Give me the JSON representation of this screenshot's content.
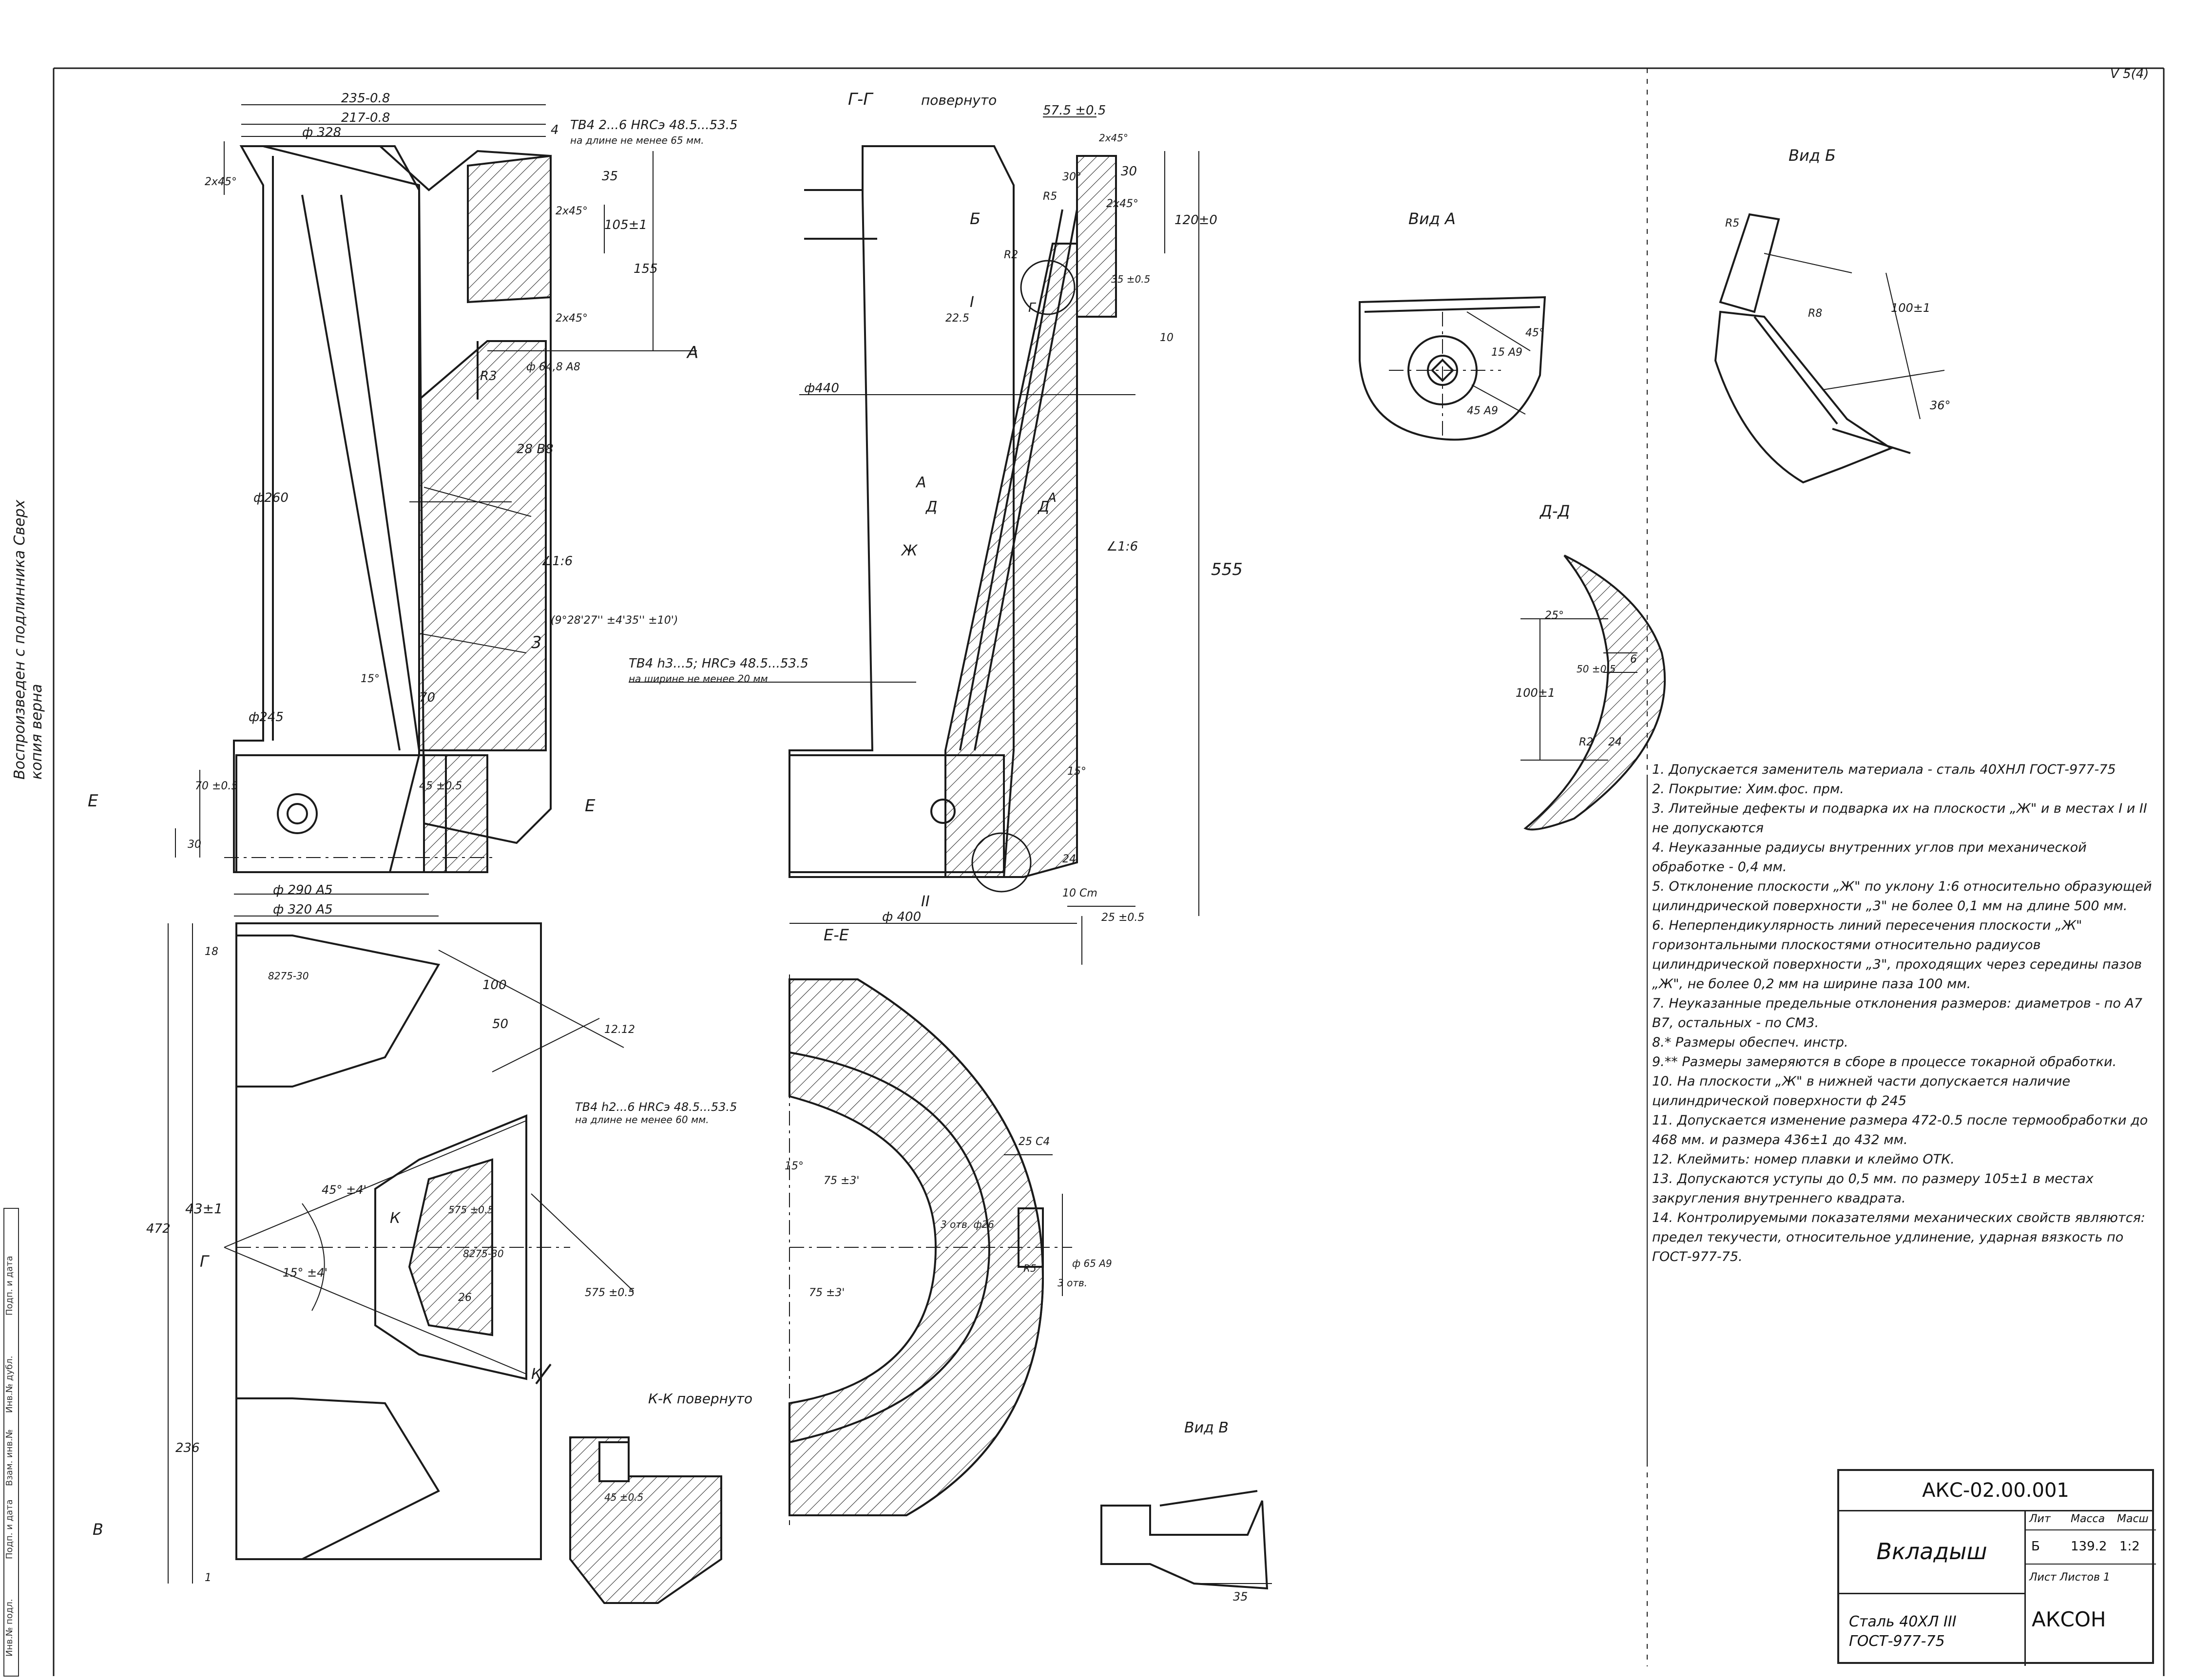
{
  "sheet": {
    "corner_mark": "V 5(4)",
    "side_note_lines": [
      "Воспроизведен с подлинника Сверх",
      "копия верна"
    ],
    "side_stamps": [
      "Подп. и дата",
      "Инв.№ дубл.",
      "Взам. инв.№",
      "Подп. и дата",
      "Инв.№ подл."
    ]
  },
  "views": {
    "main_section": {
      "dims_top": [
        "235-0.8",
        "217-0.8",
        "ф 328",
        "4"
      ],
      "hardness": "ТВ4 2...6 HRCэ 48.5...53.5",
      "hardness_sub": "на длине не менее 65 мм.",
      "dims_right": [
        "35",
        "2х45°",
        "105±1",
        "155",
        "2х45°",
        "ф 64,8 A8",
        "R3",
        "28 B8"
      ],
      "dims_left": [
        "2х45°",
        "ф260",
        "ф245",
        "70",
        "45 ±0.5",
        "70 ±0.5",
        "30"
      ],
      "dims_bottom": [
        "ф 290 A5",
        "ф 320 A5"
      ],
      "taper": "∠1:6",
      "angle_note": "(9°28'27'' ±4'35'' ±10')",
      "labels": [
        "3",
        "15°",
        "Е",
        "Е",
        "A"
      ]
    },
    "section_gg": {
      "title": "Г-Г",
      "subtitle": "повернуто",
      "dims": [
        "57.5 ±0.5",
        "2х45°",
        "30",
        "R5",
        "30°",
        "2х45°",
        "R2",
        "120±0",
        "ф440",
        "22.5",
        "35 ±0.5",
        "10",
        "∠1:6",
        "555",
        "10 Cm",
        "25 ±0.5",
        "ф 400",
        "15°",
        "24"
      ],
      "hardness": "ТВ4 h3...5; HRCэ 48.5...53.5",
      "hardness_sub": "на ширине не менее 20 мм",
      "labels": [
        "Б",
        "Ж",
        "А",
        "Д",
        "Д",
        "I",
        "II",
        "Г",
        "А"
      ]
    },
    "view_a": {
      "title": "Вид А",
      "dims": [
        "45°",
        "45 A9",
        "15 A9"
      ]
    },
    "view_b": {
      "title": "Вид Б",
      "dims": [
        "R5",
        "R8",
        "100±1",
        "36°"
      ]
    },
    "section_dd": {
      "title": "Д-Д",
      "dims": [
        "25°",
        "100±1",
        "50 ±0.5",
        "R2",
        "6",
        "24"
      ]
    },
    "plan_view": {
      "dims": [
        "100",
        "50",
        "12.12",
        "8275-30",
        "45° ±4'",
        "15° ±4'",
        "575 ±0.5",
        "8275-30",
        "575 ±0.5",
        "26",
        "43±1",
        "472",
        "236",
        "18",
        "1"
      ],
      "hardness": "ТВ4 h2...6 HRCэ 48.5...53.5",
      "hardness_sub": "на длине не менее 60 мм.",
      "labels": [
        "Г",
        "В",
        "К",
        "К"
      ]
    },
    "section_ee": {
      "title": "Е-Е",
      "dims": [
        "25 C4",
        "15°",
        "75 ±3'",
        "75 ±3'",
        "3 отв. ф26",
        "ф 65 A9",
        "R5",
        "3 отв."
      ]
    },
    "section_kk": {
      "title": "К-К повернуто",
      "dims": [
        "45 ±0.5"
      ]
    },
    "view_v": {
      "title": "Вид В",
      "dims": [
        "35"
      ]
    }
  },
  "notes": [
    "1. Допускается заменитель материала - сталь 40ХНЛ ГОСТ-977-75",
    "2. Покрытие: Хим.фос. прм.",
    "3. Литейные дефекты и подварка их на плоскости „Ж\" и в местах I и II не допускаются",
    "4. Неуказанные радиусы внутренних углов при механической обработке - 0,4 мм.",
    "5. Отклонение плоскости „Ж\" по уклону 1:6 относительно образующей цилиндрической поверхности „3\" не более 0,1 мм на длине 500 мм.",
    "6. Неперпендикулярность линий пересечения плоскости „Ж\" горизонтальными плоскостями относительно радиусов цилиндрической поверхности „3\", проходящих через середины пазов „Ж\", не более 0,2 мм на ширине паза 100 мм.",
    "7. Неуказанные предельные отклонения размеров: диаметров - по A7 B7, остальных - по CM3.",
    "8.* Размеры обеспеч. инстр.",
    "9.** Размеры замеряются в сборе в процессе токарной обработки.",
    "10. На плоскости „Ж\" в нижней части допускается наличие цилиндрической поверхности ф 245",
    "11. Допускается изменение размера 472-0.5 после термообработки до 468 мм. и размера 436±1 до 432 мм.",
    "12. Клеймить: номер плавки и клеймо ОТК.",
    "13. Допускаются уступы до 0,5 мм. по размеру 105±1 в местах закругления внутреннего квадрата.",
    "14. Контролируемыми показателями механических свойств являются: предел текучести, относительное удлинение, ударная вязкость по ГОСТ-977-75."
  ],
  "title_block": {
    "designation": "АКС-02.00.001",
    "part_name": "Вкладыш",
    "headers": [
      "Лит",
      "Масса",
      "Масш"
    ],
    "lit": "Б",
    "mass": "139.2",
    "scale": "1:2",
    "sheet_info": "Лист  Листов 1",
    "material_line1": "Сталь 40ХЛ III",
    "material_line2": "ГОСТ-977-75",
    "organization": "АКСОН"
  }
}
